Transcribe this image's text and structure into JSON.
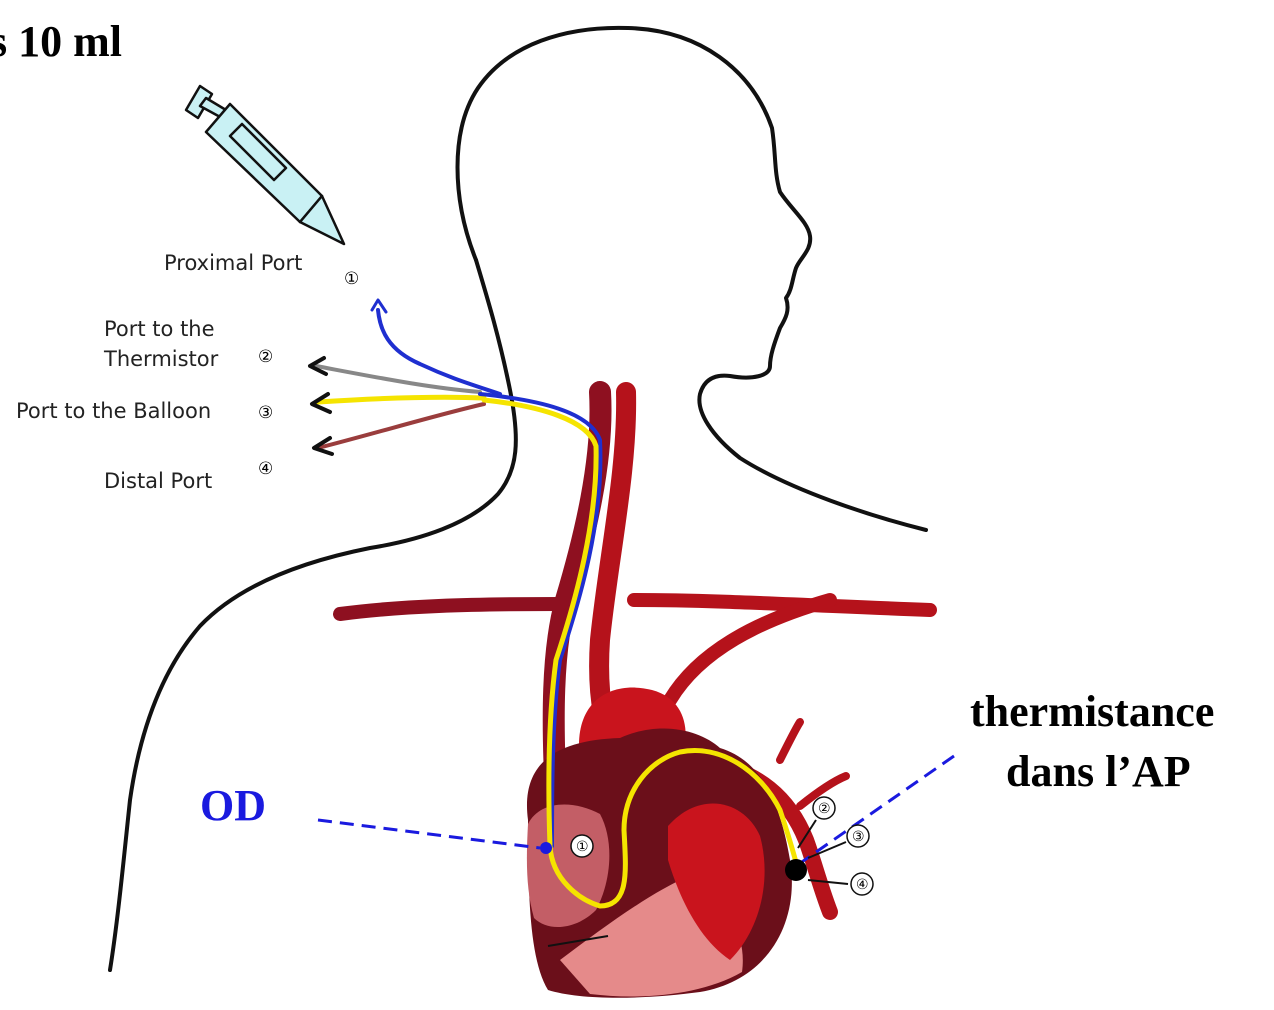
{
  "injection_label": "s 10 ml",
  "ports": [
    {
      "label": "Proximal Port",
      "marker": "①"
    },
    {
      "label_line1": "Port to the",
      "label_line2": "Thermistor",
      "marker": "②"
    },
    {
      "label": "Port to the Balloon",
      "marker": "③"
    },
    {
      "label": "Distal Port",
      "marker": "④"
    }
  ],
  "od_label": "OD",
  "thermistance_label_line1": "thermistance",
  "thermistance_label_line2": "dans l’AP",
  "tip_markers": [
    "②",
    "③",
    "④"
  ],
  "od_marker": "①",
  "colors": {
    "od_text": "#1a1adf",
    "dashed_line": "#1a1adf",
    "catheter_yellow": "#f5e400",
    "catheter_blue": "#1f2fd0",
    "catheter_gray": "#888888",
    "catheter_brown": "#9a3d3d",
    "vessel_red": "#b5121b",
    "heart_dark": "#6b0f1a",
    "heart_pink": "#e58a8a",
    "syringe_fill": "#c9f1f4"
  }
}
